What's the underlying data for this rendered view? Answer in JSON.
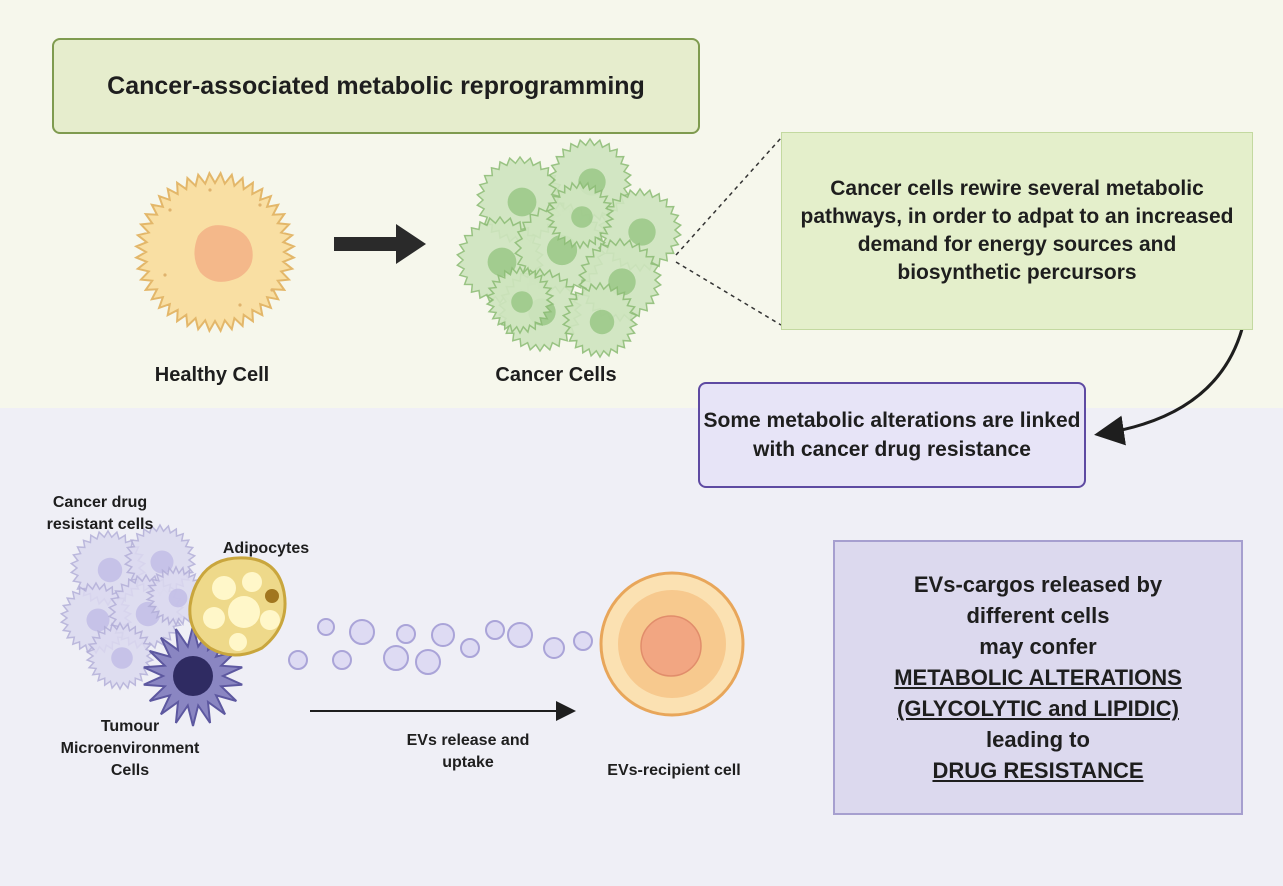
{
  "title": "Cancer-associated metabolic reprogramming",
  "labels": {
    "healthy_cell": "Healthy Cell",
    "cancer_cells": "Cancer Cells",
    "drug_resistant_cells_line1": "Cancer drug",
    "drug_resistant_cells_line2": "resistant cells",
    "adipocytes": "Adipocytes",
    "tme_line1": "Tumour",
    "tme_line2": "Microenvironment",
    "tme_line3": "Cells",
    "evs_release_line1": "EVs release and",
    "evs_release_line2": "uptake",
    "evs_recipient": "EVs-recipient cell"
  },
  "info_box": {
    "text": "Cancer cells rewire several metabolic pathways, in order to adpat to an increased demand for energy sources and biosynthetic percursors"
  },
  "alterations_box": {
    "text": "Some metabolic alterations are linked with cancer drug resistance"
  },
  "evs_box": {
    "line1": "EVs-cargos released by",
    "line2": "different cells",
    "line3": "may confer",
    "line4": "METABOLIC ALTERATIONS",
    "line5": "(GLYCOLYTIC and LIPIDIC)",
    "line6": "leading to",
    "line7": "DRUG RESISTANCE"
  },
  "colors": {
    "top_panel": "#f6f7ec",
    "bottom_panel": "#efeff6",
    "title_box_fill": "#e6edcd",
    "title_box_border": "#7f9b4f",
    "alterations_box_border": "#5e4aa2",
    "evs_box_fill": "#dcd9ee",
    "healthy_cell": "#f9dfa3",
    "cancer_cell": "#b9dba6",
    "vesicle": "#c8c4ea",
    "recipient_cell": "#f7c98e"
  }
}
